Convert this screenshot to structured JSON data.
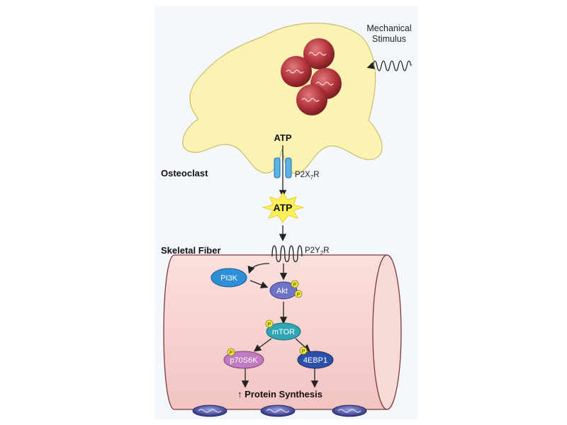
{
  "labels": {
    "mechanical_stimulus_line1": "Mechanical",
    "mechanical_stimulus_line2": "Stimulus",
    "atp_top": "ATP",
    "osteoclast": "Osteoclast",
    "receptor_p2x7": "P2X",
    "receptor_p2x7_sub": "7",
    "receptor_p2x7_suffix": "R",
    "atp_released": "ATP",
    "skeletal_fiber": "Skeletal Fiber",
    "receptor_p2y2": "P2Y",
    "receptor_p2y2_sub": "2",
    "receptor_p2y2_suffix": "R",
    "protein_synthesis": "↑ Protein Synthesis"
  },
  "nodes": {
    "pi3k": "PI3K",
    "akt": "Akt",
    "mtor": "mTOR",
    "p70s6k": "p70S6K",
    "ebp1": "4EBP1"
  },
  "phospho_label": "P",
  "colors": {
    "panel_bg": "#f4f7fb",
    "osteoclast_fill": "#fbf3b4",
    "nucleus_fill": "#b4353d",
    "fiber_fill": "#f6d3d1",
    "fiber_stroke": "#7d3a3a",
    "pi3k": "#2e8fd6",
    "akt": "#6e73c6",
    "mtor": "#2fa6b6",
    "p70s6k": "#c07ac0",
    "ebp1": "#2c4fa8",
    "phospho": "#f2ea3a",
    "burst": "#fff05a",
    "channel": "#58b4e6"
  }
}
